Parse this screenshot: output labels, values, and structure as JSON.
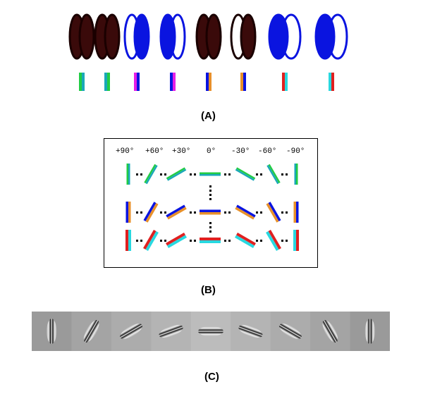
{
  "panel_labels": {
    "a": "(A)",
    "b": "(B)",
    "c": "(C)"
  },
  "panel_b": {
    "angle_labels": [
      "+90°",
      "+60°",
      "+30°",
      "0°",
      "-30°",
      "-60°",
      "-90°"
    ]
  },
  "colors": {
    "dark_brown": "#3a0a0a",
    "blue": "#0a14e0",
    "green": "#22cc44",
    "teal": "#1aa8b8",
    "magenta": "#e61ee6",
    "orange": "#e8902a",
    "red": "#e02020",
    "cyan": "#28d8e0"
  }
}
